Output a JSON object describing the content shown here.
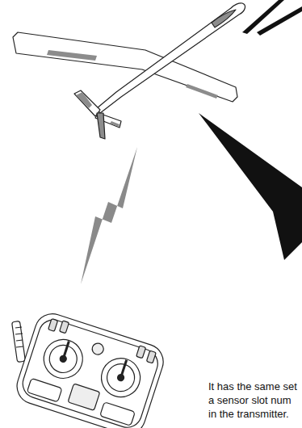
{
  "diagram": {
    "labels": [
      "It has the same set",
      "a sensor slot num",
      "in the transmitter."
    ]
  }
}
